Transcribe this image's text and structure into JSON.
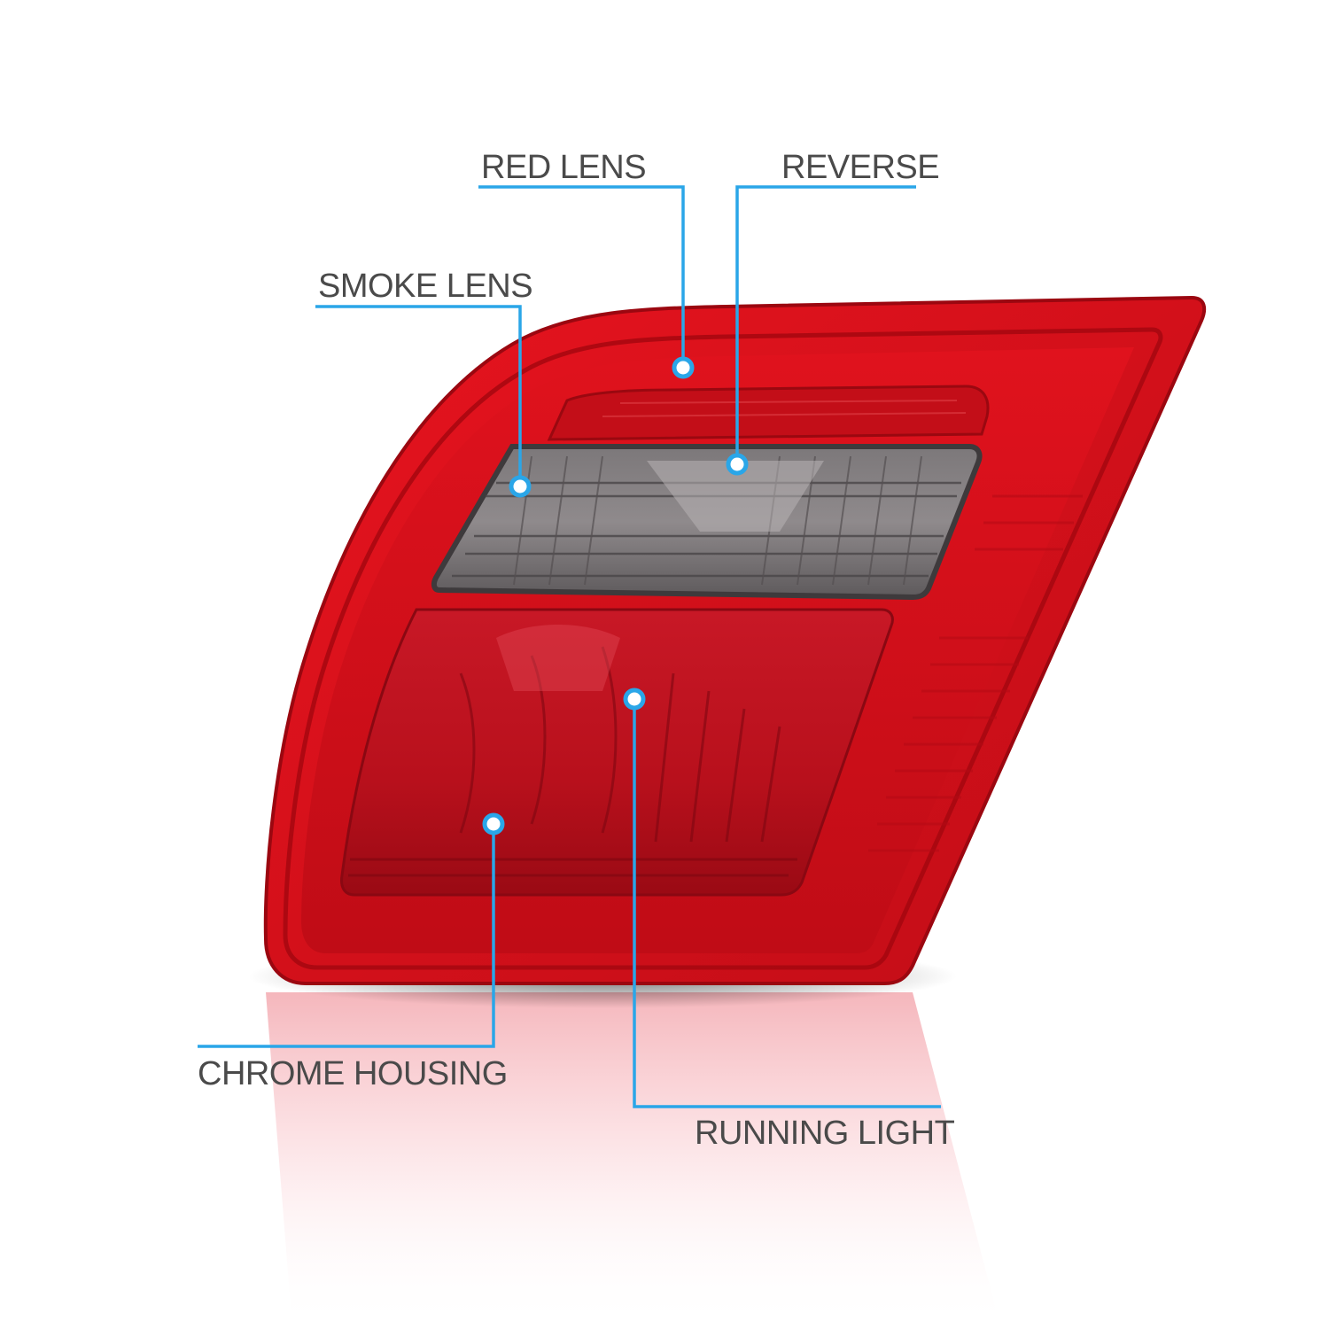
{
  "callouts": {
    "red_lens": "RED LENS",
    "reverse": "REVERSE",
    "smoke_lens": "SMOKE LENS",
    "chrome_housing": "CHROME HOUSING",
    "running_light": "RUNNING LIGHT"
  },
  "colors": {
    "callout_line": "#2aa6e8",
    "label_text": "#4a4a4a",
    "lens_red": "#d0101a",
    "lens_dark_red": "#a8000e",
    "smoke": "#6e6a6c"
  }
}
